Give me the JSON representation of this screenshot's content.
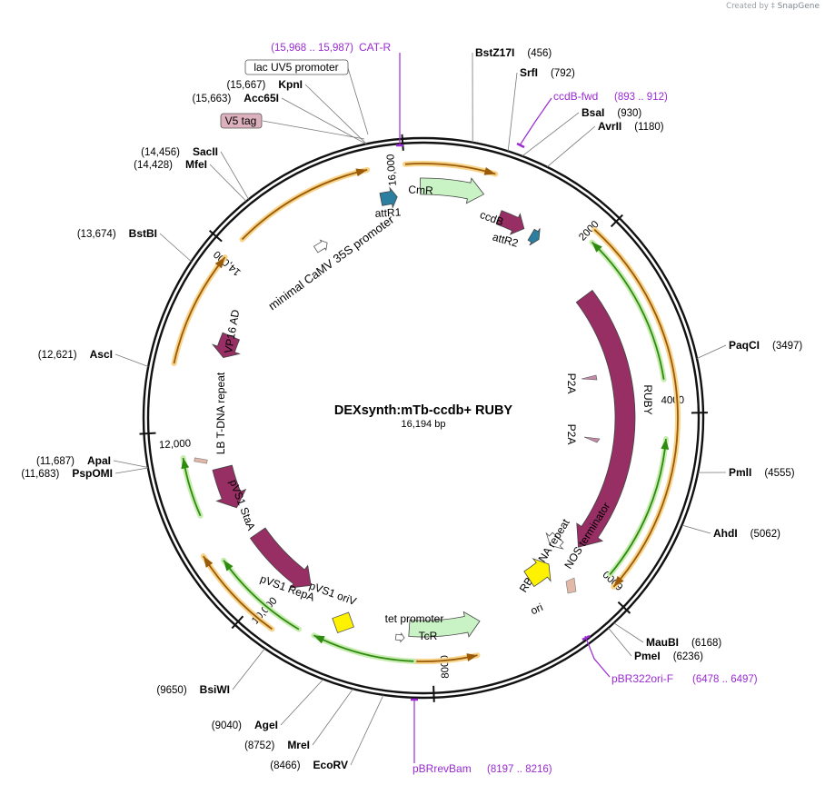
{
  "credit": {
    "prefix": "Created by",
    "brand": "SnapGene"
  },
  "plasmid": {
    "name": "DEXsynth:mTb-ccdb+ RUBY",
    "size_label": "16,194 bp",
    "length": 16194
  },
  "ticks": [
    {
      "pos": 2000,
      "label": "2000"
    },
    {
      "pos": 4000,
      "label": "4000"
    },
    {
      "pos": 6000,
      "label": "6000"
    },
    {
      "pos": 8000,
      "label": "8000"
    },
    {
      "pos": 10000,
      "label": "10,000"
    },
    {
      "pos": 12000,
      "label": "12,000"
    },
    {
      "pos": 14000,
      "label": "14,000"
    },
    {
      "pos": 16000,
      "label": "16,000"
    }
  ],
  "sites": [
    {
      "name": "BstZ17I",
      "pos": 456,
      "pos_label": "(456)",
      "side": "right"
    },
    {
      "name": "SrfI",
      "pos": 792,
      "pos_label": "(792)",
      "side": "right"
    },
    {
      "name": "BsaI",
      "pos": 930,
      "pos_label": "(930)",
      "side": "right"
    },
    {
      "name": "AvrII",
      "pos": 1180,
      "pos_label": "(1180)",
      "side": "right"
    },
    {
      "name": "PaqCI",
      "pos": 3497,
      "pos_label": "(3497)",
      "side": "right"
    },
    {
      "name": "PmlI",
      "pos": 4555,
      "pos_label": "(4555)",
      "side": "right"
    },
    {
      "name": "AhdI",
      "pos": 5062,
      "pos_label": "(5062)",
      "side": "right"
    },
    {
      "name": "MauBI",
      "pos": 6168,
      "pos_label": "(6168)",
      "side": "right"
    },
    {
      "name": "PmeI",
      "pos": 6236,
      "pos_label": "(6236)",
      "side": "right"
    },
    {
      "name": "EcoRV",
      "pos": 8466,
      "pos_label": "(8466)",
      "side": "left"
    },
    {
      "name": "MreI",
      "pos": 8752,
      "pos_label": "(8752)",
      "side": "left"
    },
    {
      "name": "AgeI",
      "pos": 9040,
      "pos_label": "(9040)",
      "side": "left"
    },
    {
      "name": "BsiWI",
      "pos": 9650,
      "pos_label": "(9650)",
      "side": "left"
    },
    {
      "name": "PspOMI",
      "pos": 11683,
      "pos_label": "(11,683)",
      "side": "left"
    },
    {
      "name": "ApaI",
      "pos": 11687,
      "pos_label": "(11,687)",
      "side": "left"
    },
    {
      "name": "AscI",
      "pos": 12621,
      "pos_label": "(12,621)",
      "side": "left"
    },
    {
      "name": "BstBI",
      "pos": 13674,
      "pos_label": "(13,674)",
      "side": "left"
    },
    {
      "name": "MfeI",
      "pos": 14428,
      "pos_label": "(14,428)",
      "side": "left"
    },
    {
      "name": "SacII",
      "pos": 14456,
      "pos_label": "(14,456)",
      "side": "left"
    },
    {
      "name": "Acc65I",
      "pos": 15663,
      "pos_label": "(15,663)",
      "side": "left"
    },
    {
      "name": "KpnI",
      "pos": 15667,
      "pos_label": "(15,667)",
      "side": "left"
    }
  ],
  "primers": [
    {
      "name": "CAT-R",
      "range": "(15,968 .. 15,987)"
    },
    {
      "name": "ccdB-fwd",
      "range": "(893 .. 912)"
    },
    {
      "name": "pBR322ori-F",
      "range": "(6478 .. 6497)"
    },
    {
      "name": "pBRrevBam",
      "range": "(8197 .. 8216)"
    }
  ],
  "boxed_labels": [
    {
      "name": "lac UV5 promoter",
      "fill": "#ffffff"
    },
    {
      "name": "V5 tag",
      "fill": "#dcb0bd"
    }
  ],
  "features": [
    {
      "name": "CmR"
    },
    {
      "name": "ccdB"
    },
    {
      "name": "attR1"
    },
    {
      "name": "attR2"
    },
    {
      "name": "minimal CaMV 35S promoter"
    },
    {
      "name": "RUBY"
    },
    {
      "name": "P2A"
    },
    {
      "name": "P2A"
    },
    {
      "name": "NOS terminator"
    },
    {
      "name": "RB T-DNA repeat"
    },
    {
      "name": "ori"
    },
    {
      "name": "TcR"
    },
    {
      "name": "tet promoter"
    },
    {
      "name": "pVS1 oriV"
    },
    {
      "name": "pVS1 RepA"
    },
    {
      "name": "pVS1 StaA"
    },
    {
      "name": "LB T-DNA repeat"
    },
    {
      "name": "VP16 AD"
    }
  ],
  "colors": {
    "cds": "#972e64",
    "marker": "#c9f2c5",
    "att": "#2c7fa0",
    "ori": "#fff200",
    "primer": "#9a2bd3",
    "orf_halo": "#f7d48a",
    "orf_line": "#9a5a08",
    "green_line": "#2f8a10",
    "green_halo": "#c7ecb0",
    "misc": "#e2b9a8"
  }
}
